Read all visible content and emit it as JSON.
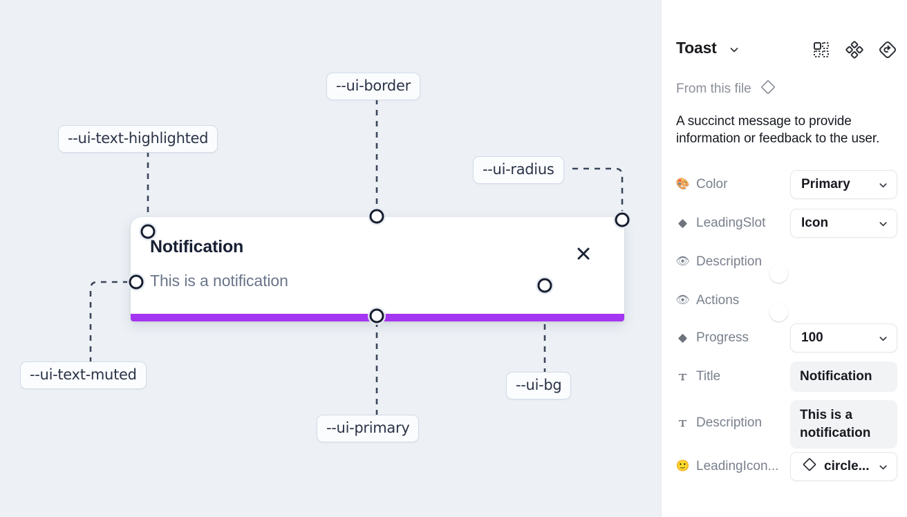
{
  "canvas": {
    "background_color": "#edf1f6",
    "toast": {
      "title": "Notification",
      "description": "This is a notification",
      "close_icon": "close-x-icon",
      "progress_color": "#a435f0",
      "background_color": "#ffffff"
    },
    "annotations": [
      {
        "id": "text-highlighted",
        "label": "--ui-text-highlighted"
      },
      {
        "id": "border",
        "label": "--ui-border"
      },
      {
        "id": "radius",
        "label": "--ui-radius"
      },
      {
        "id": "text-muted",
        "label": "--ui-text-muted"
      },
      {
        "id": "primary",
        "label": "--ui-primary"
      },
      {
        "id": "bg",
        "label": "--ui-bg"
      }
    ]
  },
  "panel": {
    "title": "Toast",
    "title_caret_icon": "chevron-down-icon",
    "header_icons": [
      {
        "name": "components-grid-icon"
      },
      {
        "name": "variants-diamonds-icon"
      },
      {
        "name": "reset-instance-icon"
      }
    ],
    "from_file": {
      "label": "From this file",
      "icon": "diamond-outline-icon"
    },
    "description": "A succinct message to provide information or feedback to the user.",
    "accent_color": "#1c9bfb",
    "properties": [
      {
        "name": "color",
        "icon": "palette-icon",
        "label": "Color",
        "control": "select",
        "value": "Primary"
      },
      {
        "name": "leadingslot",
        "icon": "diamond-solid-icon",
        "label": "LeadingSlot",
        "control": "select",
        "value": "Icon"
      },
      {
        "name": "description",
        "icon": "eye-icon",
        "label": "Description",
        "control": "toggle",
        "value": "on"
      },
      {
        "name": "actions",
        "icon": "eye-icon",
        "label": "Actions",
        "control": "toggle",
        "value": "on"
      },
      {
        "name": "progress",
        "icon": "diamond-solid-icon",
        "label": "Progress",
        "control": "select",
        "value": "100"
      },
      {
        "name": "title",
        "icon": "text-t-icon",
        "label": "Title",
        "control": "field",
        "value": "Notification"
      },
      {
        "name": "description-text",
        "icon": "text-t-icon",
        "label": "Description",
        "control": "field",
        "value": "This is a notification"
      },
      {
        "name": "leadingicon",
        "icon": "smiley-icon",
        "label": "LeadingIcon...",
        "control": "select-instance",
        "value": "circle..."
      }
    ]
  }
}
